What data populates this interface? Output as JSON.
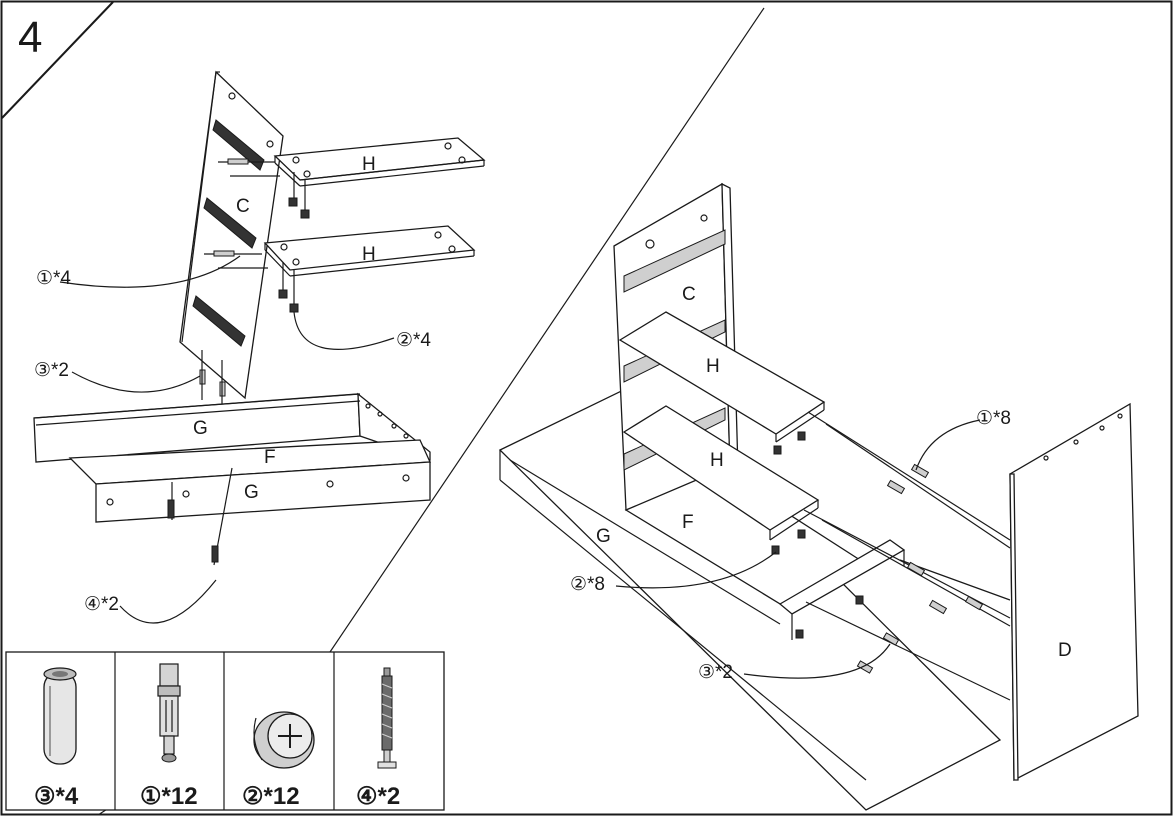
{
  "step_number": "4",
  "left_view": {
    "panels": {
      "c": "C",
      "h_upper": "H",
      "h_lower": "H",
      "g_top": "G",
      "f": "F",
      "g_front": "G"
    },
    "callouts": {
      "fitting_1": "①*4",
      "fitting_2": "②*4",
      "fitting_3": "③*2",
      "fitting_4": "④*2"
    }
  },
  "right_view": {
    "panels": {
      "c": "C",
      "h_upper": "H",
      "h_lower": "H",
      "f": "F",
      "g": "G",
      "d": "D"
    },
    "callouts": {
      "fitting_1": "①*8",
      "fitting_2": "②*8",
      "fitting_3": "③*2"
    }
  },
  "hardware_table": [
    {
      "icon": "wooden-dowel-icon",
      "label": "③*4"
    },
    {
      "icon": "cam-bolt-icon",
      "label": "①*12"
    },
    {
      "icon": "cam-lock-icon",
      "label": "②*12"
    },
    {
      "icon": "screw-icon",
      "label": "④*2"
    }
  ]
}
